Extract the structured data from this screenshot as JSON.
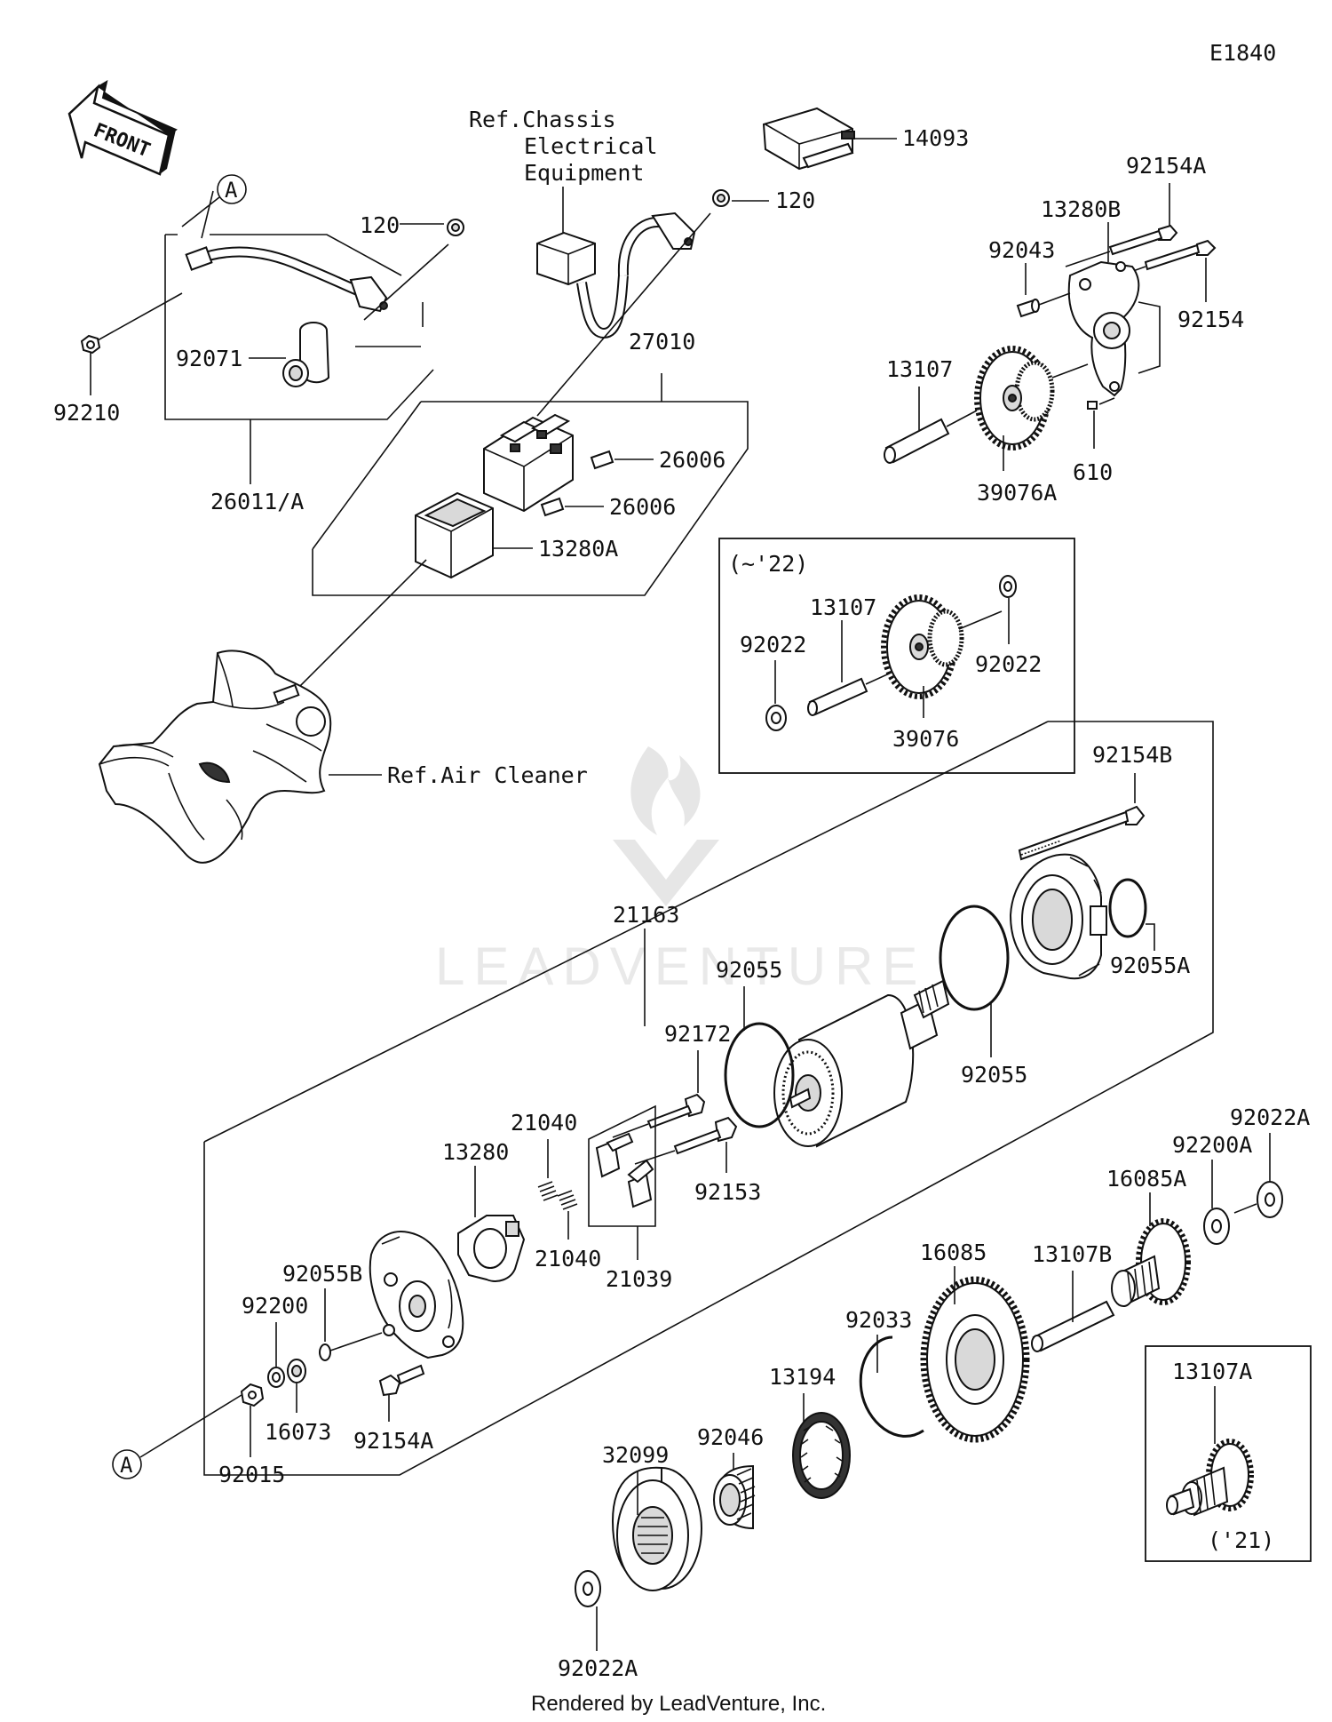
{
  "diagram": {
    "code": "E1840",
    "front_label": "FRONT",
    "credit": "Rendered by LeadVenture, Inc.",
    "watermark": "LEADVENTURE",
    "refs": {
      "chassis_line1": "Ref.Chassis",
      "chassis_line2": "Electrical",
      "chassis_line3": "Equipment",
      "air_cleaner": "Ref.Air Cleaner"
    },
    "circle_a_top": "A",
    "circle_a_bottom": "A",
    "variant_22": "(~'22)",
    "variant_21": "('21)",
    "parts": {
      "p14093": "14093",
      "p92154A_top": "92154A",
      "p120_a": "120",
      "p120_b": "120",
      "p13280B": "13280B",
      "p92043": "92043",
      "p92154": "92154",
      "p92071": "92071",
      "p92210": "92210",
      "p27010": "27010",
      "p13107_top": "13107",
      "p26006_a": "26006",
      "p26006_b": "26006",
      "p610": "610",
      "p26011A": "26011/A",
      "p39076A": "39076A",
      "p13280A": "13280A",
      "p13107_box": "13107",
      "p92022_l": "92022",
      "p92022_r": "92022",
      "p39076": "39076",
      "p92154B": "92154B",
      "p21163": "21163",
      "p92055A": "92055A",
      "p92055_a": "92055",
      "p92055_b": "92055",
      "p92172": "92172",
      "p21040_a": "21040",
      "p21040_b": "21040",
      "p13280": "13280",
      "p92153": "92153",
      "p21039": "21039",
      "p92022A_top": "92022A",
      "p92200A": "92200A",
      "p16085A": "16085A",
      "p92055B": "92055B",
      "p92200": "92200",
      "p16085": "16085",
      "p13107B": "13107B",
      "p92033": "92033",
      "p13194": "13194",
      "p13107A": "13107A",
      "p92015": "92015",
      "p16073": "16073",
      "p92154A_bot": "92154A",
      "p32099": "32099",
      "p92046": "92046",
      "p92022A_bot": "92022A"
    }
  }
}
